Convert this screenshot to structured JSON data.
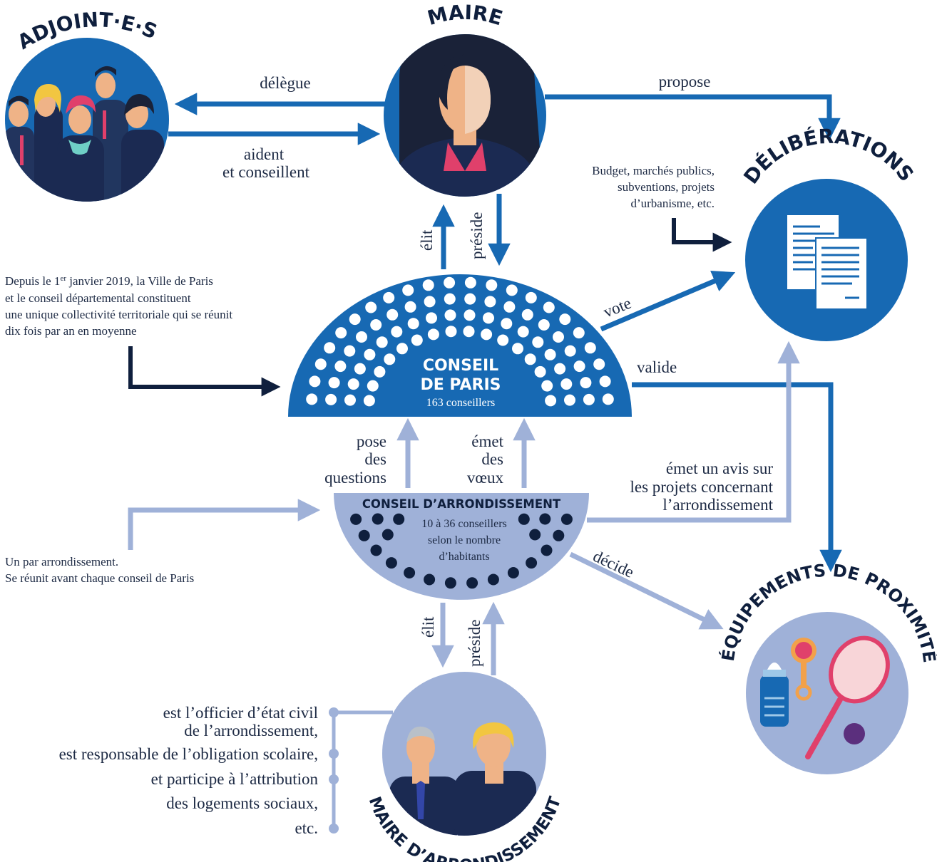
{
  "colors": {
    "primary": "#1769b3",
    "light": "#9fb1d8",
    "navy": "#0f1f3d",
    "text": "#1d2a44",
    "pink": "#e0406b",
    "skin": "#efb387"
  },
  "nodes": {
    "adjoints": {
      "title": "ADJOINT·E·S",
      "icon": "group-of-people"
    },
    "maire": {
      "title": "MAIRE",
      "icon": "mayor-portrait"
    },
    "deliberations": {
      "title": "DÉLIBÉRATIONS",
      "icon": "documents-icon"
    },
    "conseil_paris": {
      "title_line1": "CONSEIL",
      "title_line2": "DE PARIS",
      "subtitle": "163 conseillers"
    },
    "conseil_arr": {
      "title": "CONSEIL D’ARRONDISSEMENT",
      "line1": "10 à 36 conseillers",
      "line2": "selon le nombre",
      "line3": "d’habitants"
    },
    "equipements": {
      "title": "ÉQUIPEMENTS DE PROXIMITÉ",
      "icon": "sports-and-childcare-icons"
    },
    "maire_arr": {
      "title": "MAIRE D’ARRONDISSEMENT",
      "icon": "district-mayors-portrait"
    }
  },
  "edges": {
    "delegue": "délègue",
    "aident_l1": "aident",
    "aident_l2": "et conseillent",
    "propose": "propose",
    "elit_top": "élit",
    "preside_top": "préside",
    "vote": "vote",
    "valide": "valide",
    "pose_l1": "pose",
    "pose_l2": "des",
    "pose_l3": "questions",
    "emet_l1": "émet",
    "emet_l2": "des",
    "emet_l3": "vœux",
    "avis_l1": "émet un avis sur",
    "avis_l2": "les projets concernant",
    "avis_l3": "l’arrondissement",
    "decide": "décide",
    "elit_bottom": "élit",
    "preside_bottom": "préside"
  },
  "notes": {
    "budget_l1": "Budget, marchés publics,",
    "budget_l2": "subventions, projets",
    "budget_l3": "d’urbanisme, etc.",
    "paris_l1a": "Depuis le 1",
    "paris_l1sup": "er",
    "paris_l1b": " janvier 2019, la Ville de Paris",
    "paris_l2": "et le conseil départemental constituent",
    "paris_l3": "une unique collectivité territoriale qui se réunit",
    "paris_l4": "dix fois par an en moyenne",
    "arr_l1": "Un par arrondissement.",
    "arr_l2": "Se réunit avant chaque conseil de Paris"
  },
  "duties": [
    "est l’officier d’état civil",
    "de l’arrondissement,",
    "est responsable de l’obligation scolaire,",
    "et participe à l’attribution",
    "des logements sociaux,",
    "etc."
  ]
}
